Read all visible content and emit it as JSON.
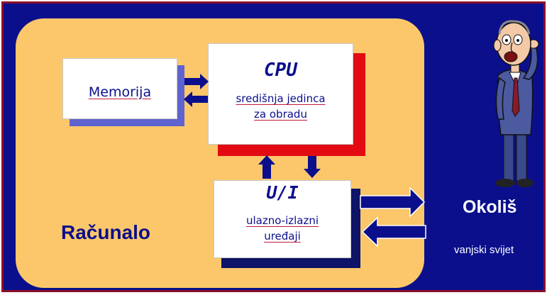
{
  "computer": {
    "label": "Računalo"
  },
  "memory": {
    "label": "Memorija"
  },
  "cpu": {
    "title": "CPU",
    "subtitle_line1": "središnja jedinca",
    "subtitle_line2": "za obradu"
  },
  "io": {
    "title": "U/I",
    "subtitle_line1": "ulazno-izlazni",
    "subtitle_line2": "uređaji"
  },
  "environment": {
    "title": "Okoliš",
    "subtitle": "vanjski svijet"
  },
  "colors": {
    "background": "#0b0f8c",
    "computer_fill": "#fbc76a",
    "cpu_shadow": "#e30b12",
    "memory_shadow": "#5f63cf",
    "io_shadow": "#0e1467",
    "border": "#8b0f2a"
  },
  "icons": [
    "person-icon"
  ]
}
